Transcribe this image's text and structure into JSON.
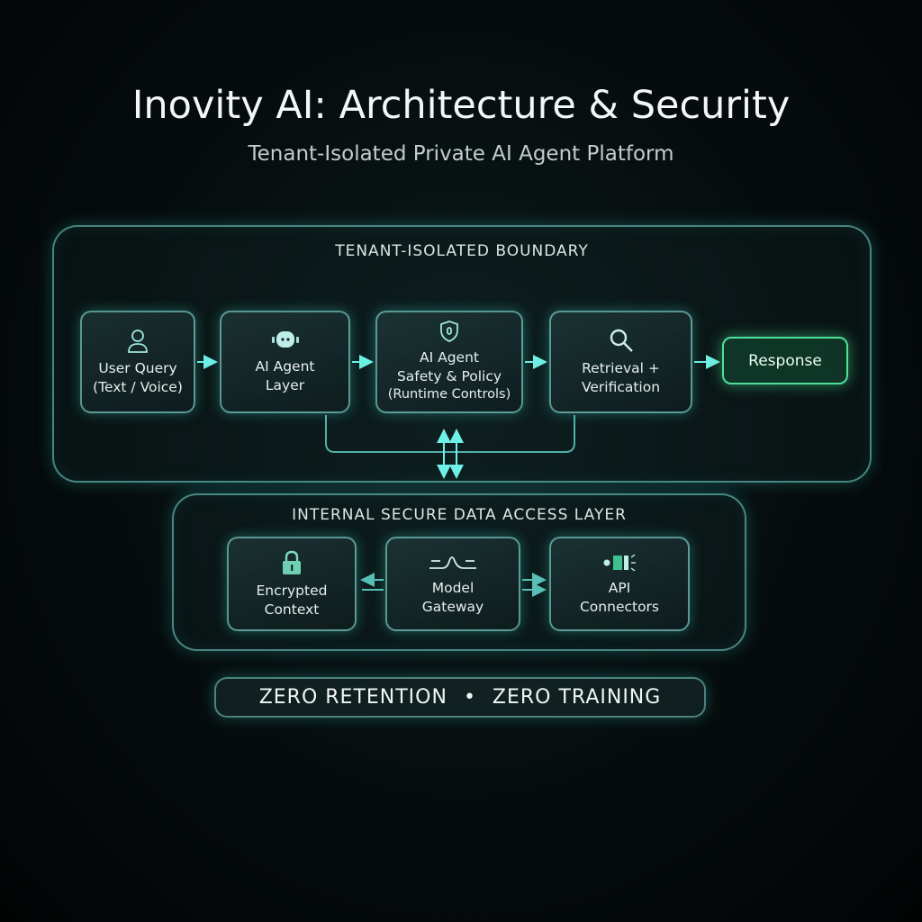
{
  "header": {
    "title": "Inovity AI: Architecture & Security",
    "subtitle": "Tenant-Isolated Private AI Agent Platform"
  },
  "boundary": {
    "label": "TENANT-ISOLATED BOUNDARY",
    "steps": [
      {
        "icon": "user-icon",
        "line1": "User Query",
        "line2": "(Text / Voice)"
      },
      {
        "icon": "robot-icon",
        "line1": "AI Agent",
        "line2": "Layer"
      },
      {
        "icon": "shield-icon",
        "line1": "AI Agent",
        "line2": "Safety & Policy",
        "line3": "(Runtime Controls)"
      },
      {
        "icon": "magnifier-icon",
        "line1": "Retrieval +",
        "line2": "Verification"
      }
    ],
    "response": "Response"
  },
  "data_layer": {
    "label": "INTERNAL SECURE DATA ACCESS LAYER",
    "items": [
      {
        "icon": "lock-icon",
        "line1": "Encrypted",
        "line2": "Context"
      },
      {
        "icon": "waveform-icon",
        "line1": "Model",
        "line2": "Gateway"
      },
      {
        "icon": "connector-icon",
        "line1": "API",
        "line2": "Connectors"
      }
    ]
  },
  "footer": {
    "left": "ZERO RETENTION",
    "separator": "•",
    "right": "ZERO TRAINING"
  },
  "colors": {
    "accent": "#4fe0d6",
    "response": "#4fe09a"
  }
}
